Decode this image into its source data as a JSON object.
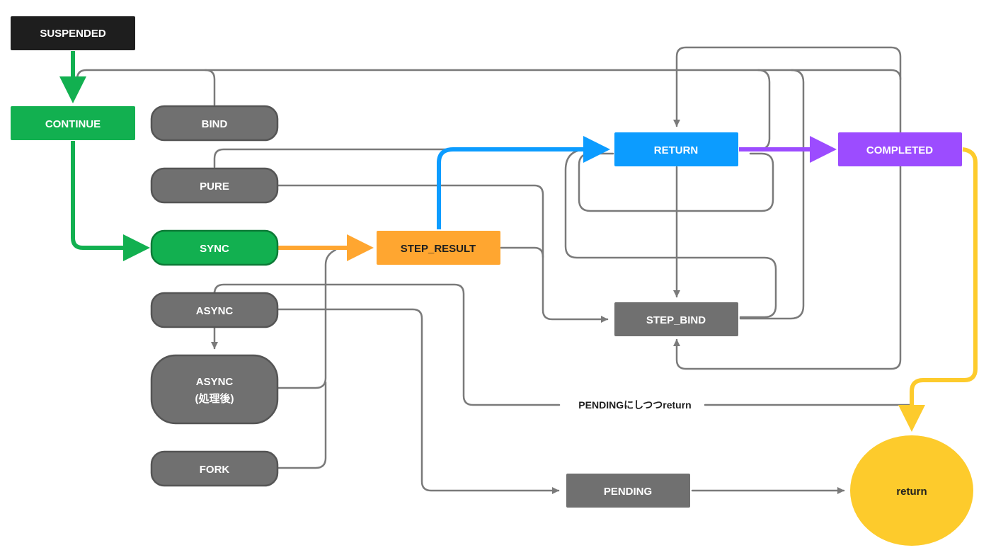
{
  "nodes": {
    "suspended": {
      "label": "SUSPENDED",
      "color": "#1e1e1e",
      "text_color": "#ffffff"
    },
    "continue": {
      "label": "CONTINUE",
      "color": "#12b050",
      "text_color": "#ffffff"
    },
    "bind": {
      "label": "BIND",
      "color": "#707070",
      "text_color": "#ffffff"
    },
    "pure": {
      "label": "PURE",
      "color": "#707070",
      "text_color": "#ffffff"
    },
    "sync": {
      "label": "SYNC",
      "color": "#12b050",
      "text_color": "#ffffff"
    },
    "async": {
      "label": "ASYNC",
      "color": "#707070",
      "text_color": "#ffffff"
    },
    "async_after": {
      "label_line1": "ASYNC",
      "label_line2": "(処理後)",
      "color": "#707070",
      "text_color": "#ffffff"
    },
    "fork": {
      "label": "FORK",
      "color": "#707070",
      "text_color": "#ffffff"
    },
    "step_result": {
      "label": "STEP_RESULT",
      "color": "#ffa630",
      "text_color": "#1e1e1e"
    },
    "return_node": {
      "label": "RETURN",
      "color": "#0c9cff",
      "text_color": "#ffffff"
    },
    "completed": {
      "label": "COMPLETED",
      "color": "#9c4cff",
      "text_color": "#ffffff"
    },
    "step_bind": {
      "label": "STEP_BIND",
      "color": "#707070",
      "text_color": "#ffffff"
    },
    "pending": {
      "label": "PENDING",
      "color": "#707070",
      "text_color": "#ffffff"
    },
    "return_final": {
      "label": "return",
      "color": "#fdcb2c",
      "text_color": "#1e1e1e"
    }
  },
  "edge_labels": {
    "pending_return": "PENDINGにしつつreturn"
  },
  "colors": {
    "gray_edge": "#7a7a7a",
    "green_edge": "#12b050",
    "orange_edge": "#ffa630",
    "blue_edge": "#0c9cff",
    "purple_edge": "#9c4cff",
    "yellow_edge": "#fdcb2c"
  }
}
